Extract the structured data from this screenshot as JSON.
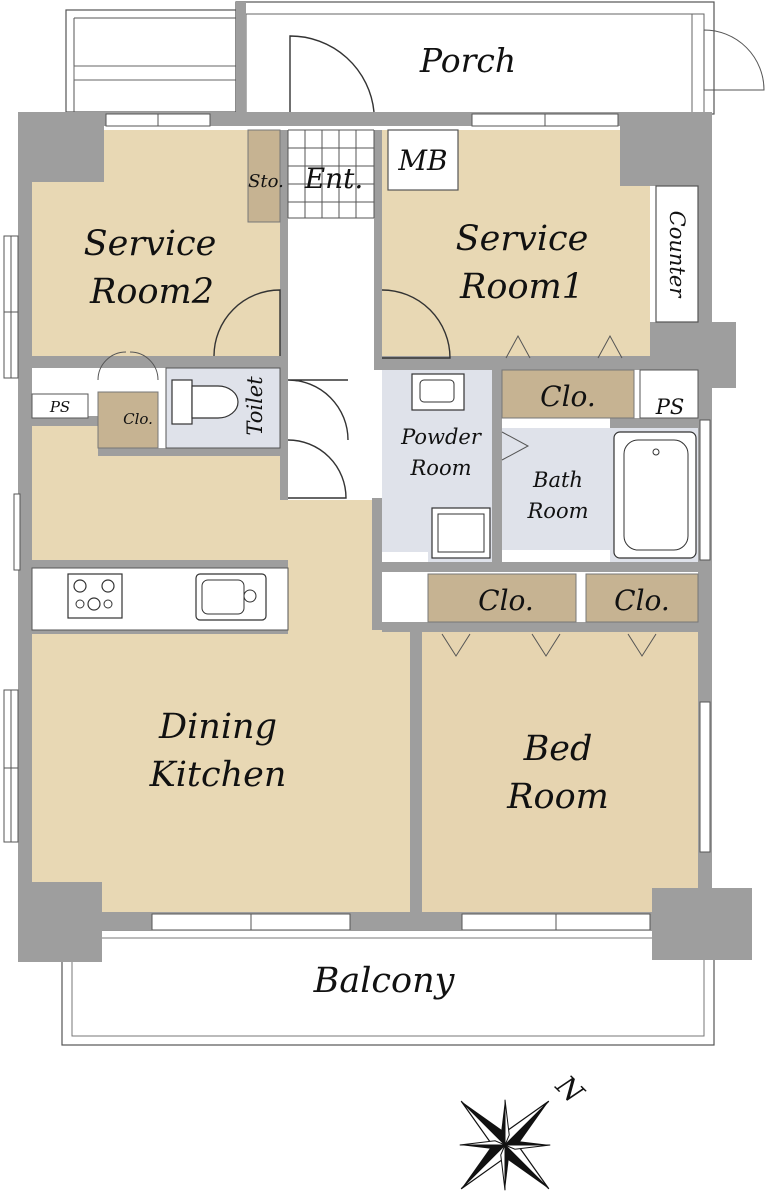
{
  "colors": {
    "room_fill": "#e8d8b4",
    "bedroom_fill": "#e6d4b0",
    "wet_fill": "#dfe2ea",
    "closet_fill": "#c6b392",
    "wall": "#9e9e9e",
    "line": "#333333",
    "background": "#ffffff"
  },
  "labels": {
    "porch": "Porch",
    "storage": "Sto.",
    "entrance": "Ent.",
    "meter_box": "MB",
    "service_room_2": {
      "line1": "Service",
      "line2": "Room2"
    },
    "service_room_1": {
      "line1": "Service",
      "line2": "Room1"
    },
    "counter": "Counter",
    "pipe_space_left": "PS",
    "pipe_space_right": "PS",
    "closet_small": "Clo.",
    "toilet": "Toilet",
    "closet_service1": "Clo.",
    "powder_room": {
      "line1": "Powder",
      "line2": "Room"
    },
    "bath_room": {
      "line1": "Bath",
      "line2": "Room"
    },
    "closet_bed_a": "Clo.",
    "closet_bed_b": "Clo.",
    "dining_kitchen": {
      "line1": "Dining",
      "line2": "Kitchen"
    },
    "bed_room": {
      "line1": "Bed",
      "line2": "Room"
    },
    "balcony": "Balcony",
    "north": "N"
  },
  "icons": {
    "compass": "compass-rose-icon",
    "stove": "stove-icon",
    "sink": "sink-icon",
    "toilet": "toilet-icon",
    "bathtub": "bathtub-icon",
    "washbasin": "washbasin-icon",
    "washer": "washer-pan-icon"
  }
}
